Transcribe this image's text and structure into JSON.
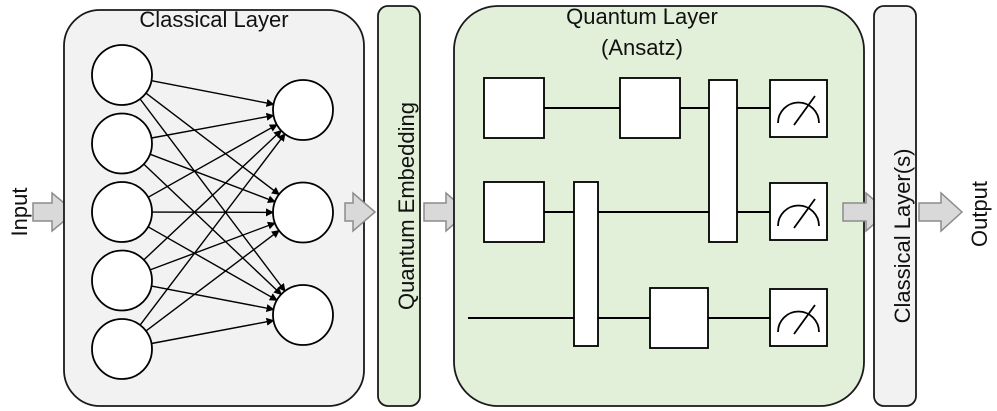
{
  "labels": {
    "input": "Input",
    "classical_layer": "Classical Layer",
    "quantum_embedding": "Quantum Embedding",
    "quantum_layer_line1": "Quantum Layer",
    "quantum_layer_line2": "(Ansatz)",
    "classical_layers": "Classical Layer(s)",
    "output": "Output"
  },
  "network": {
    "input_nodes": 5,
    "output_nodes": 3
  },
  "circuit": {
    "qubits": 3,
    "measurements": 3
  },
  "colors": {
    "classical_fill": "#f2f2f2",
    "quantum_fill": "#e2efd9",
    "arrow_fill": "#d9d9d9",
    "stroke": "#1a1a1a"
  }
}
